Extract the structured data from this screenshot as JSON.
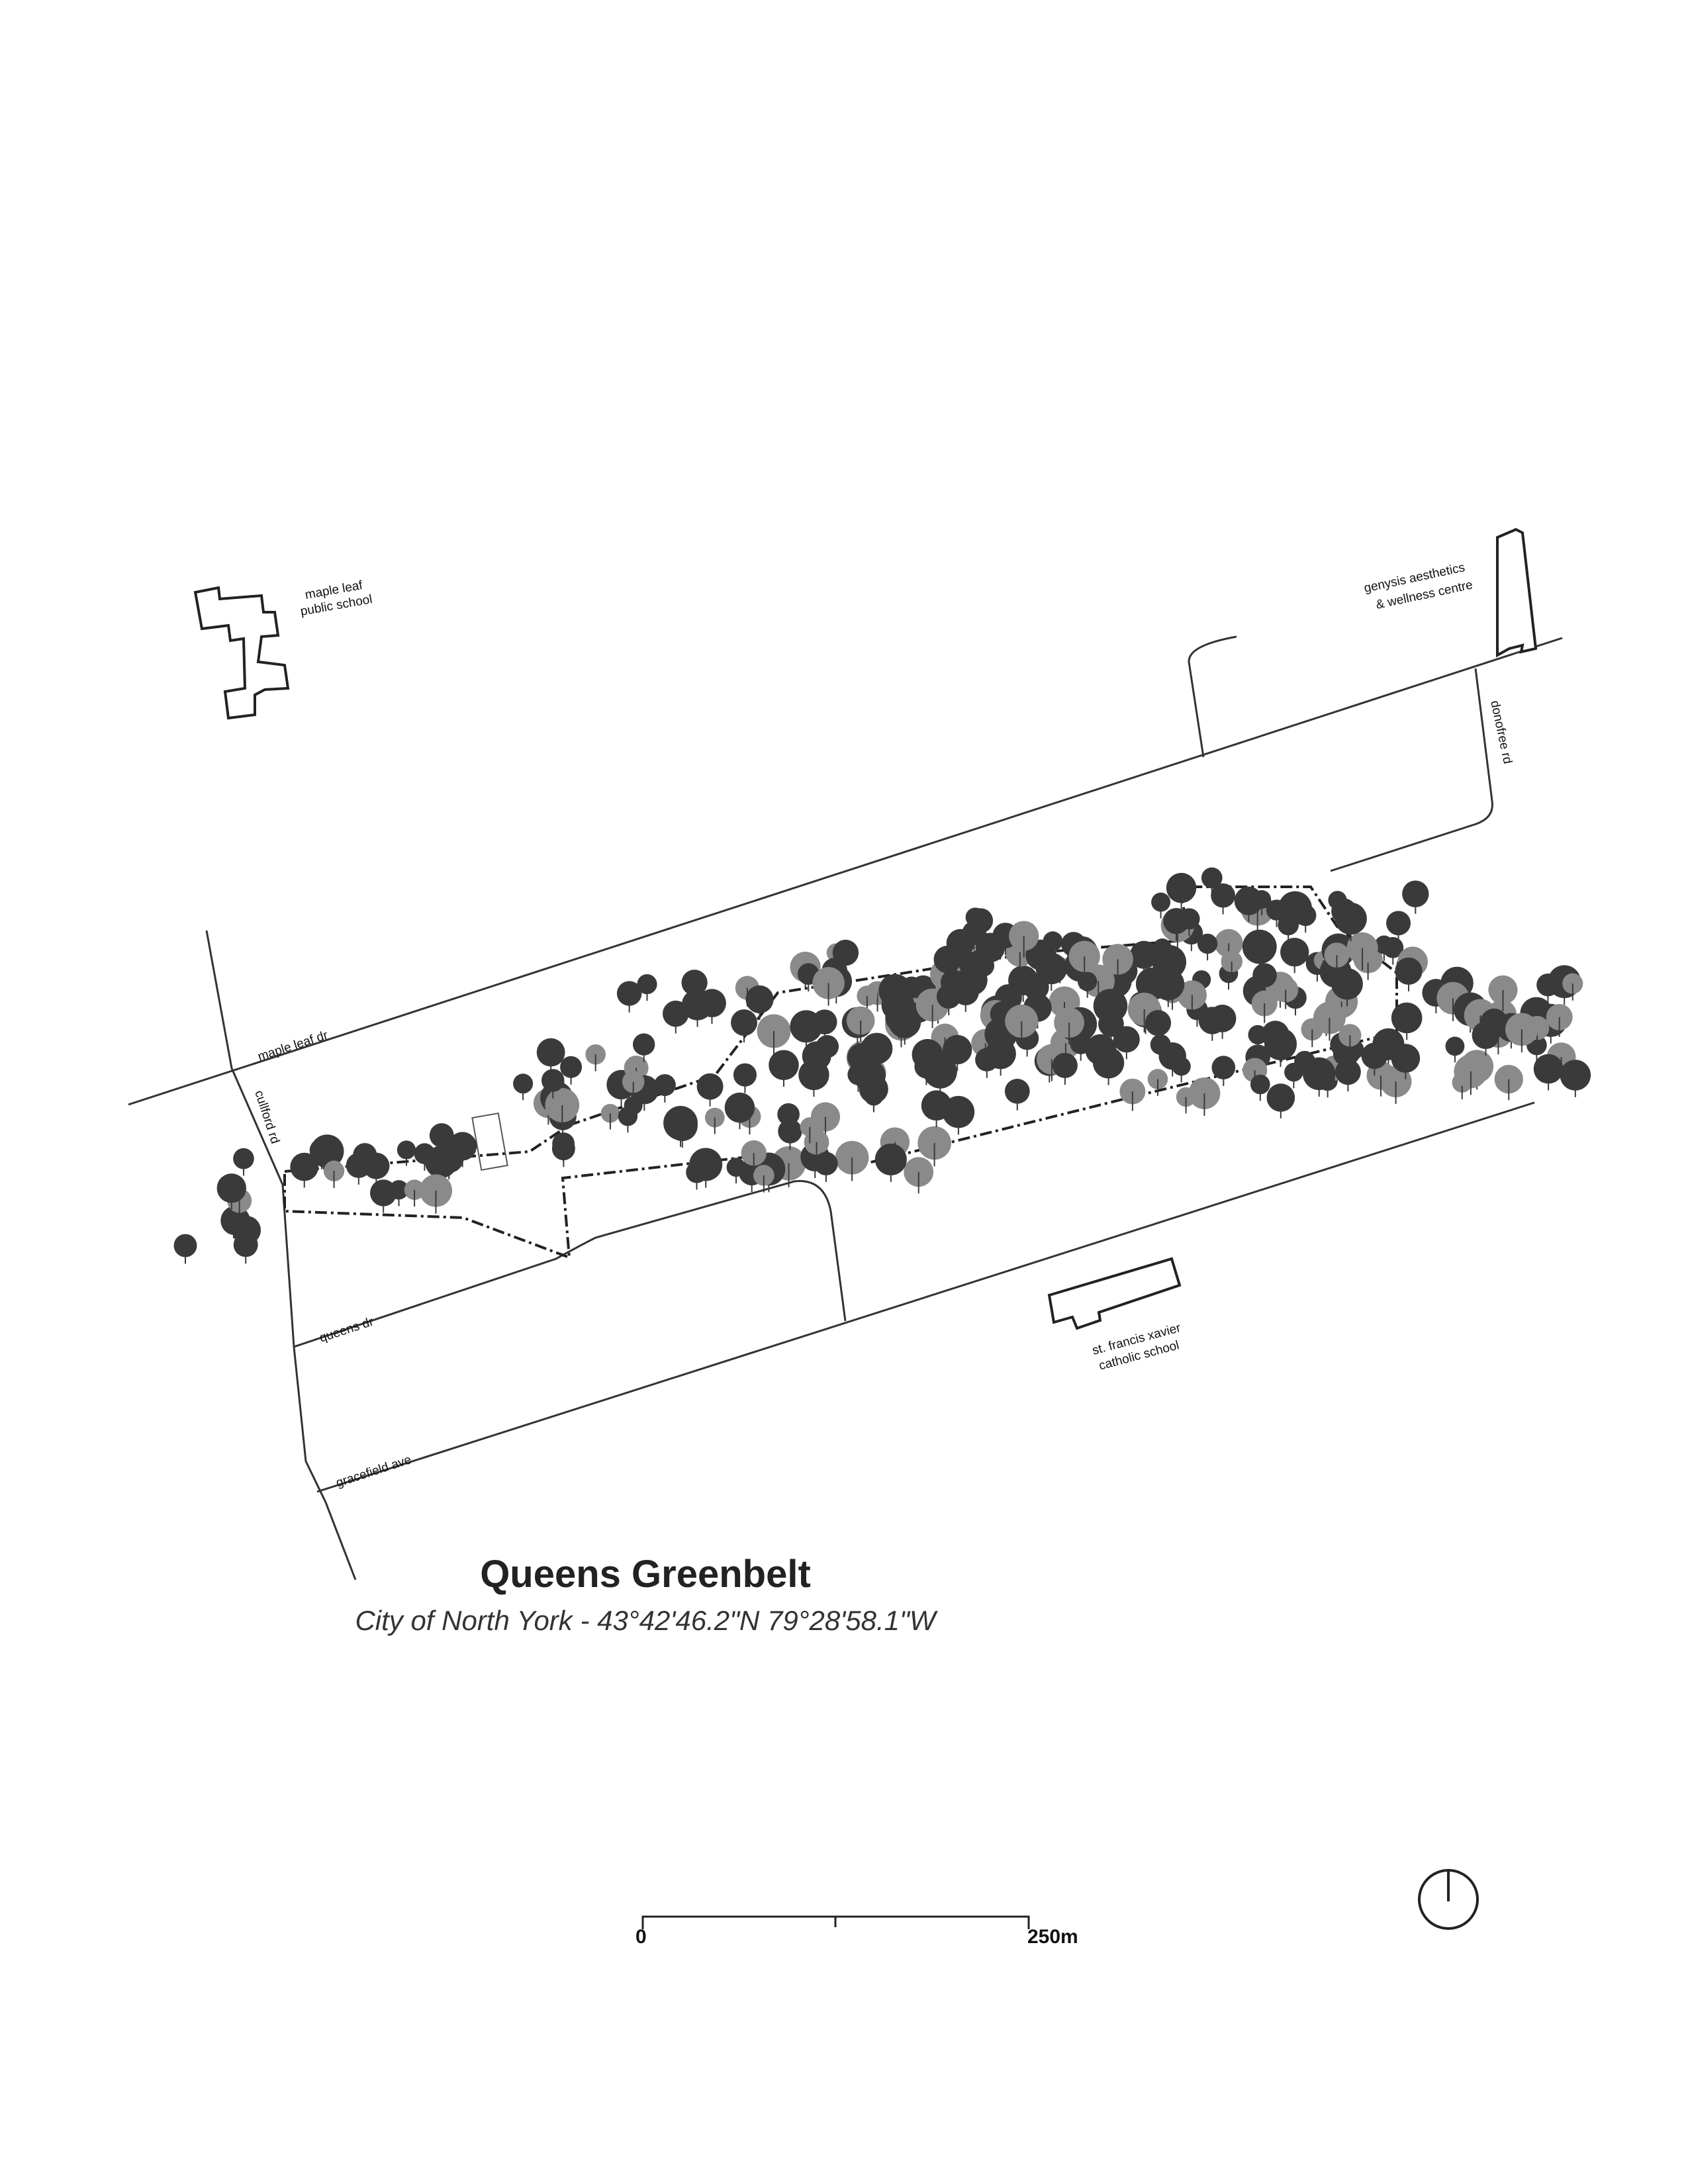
{
  "map": {
    "title": "Queens Greenbelt",
    "subtitle": "City of North York - 43°42'46.2\"N 79°28'58.1\"W",
    "roads": {
      "maple_leaf_dr": "maple leaf dr",
      "cullford_rd": "cullford rd",
      "queens_dr": "queens dr",
      "gracefield_ave": "gracefield ave",
      "donofree_rd": "donofree rd"
    },
    "places": {
      "maple_leaf_school": [
        "maple leaf",
        "public school"
      ],
      "genysis": [
        "genysis aesthetics",
        "& wellness centre"
      ],
      "st_francis": [
        "st. francis xavier",
        "catholic school"
      ]
    },
    "scale_bar": {
      "start": "0",
      "end": "250m"
    },
    "north_arrow": "north-arrow-icon",
    "colors": {
      "tree": "#3a3a3a",
      "tree_light": "#8a8a8a",
      "line": "#333333"
    }
  }
}
